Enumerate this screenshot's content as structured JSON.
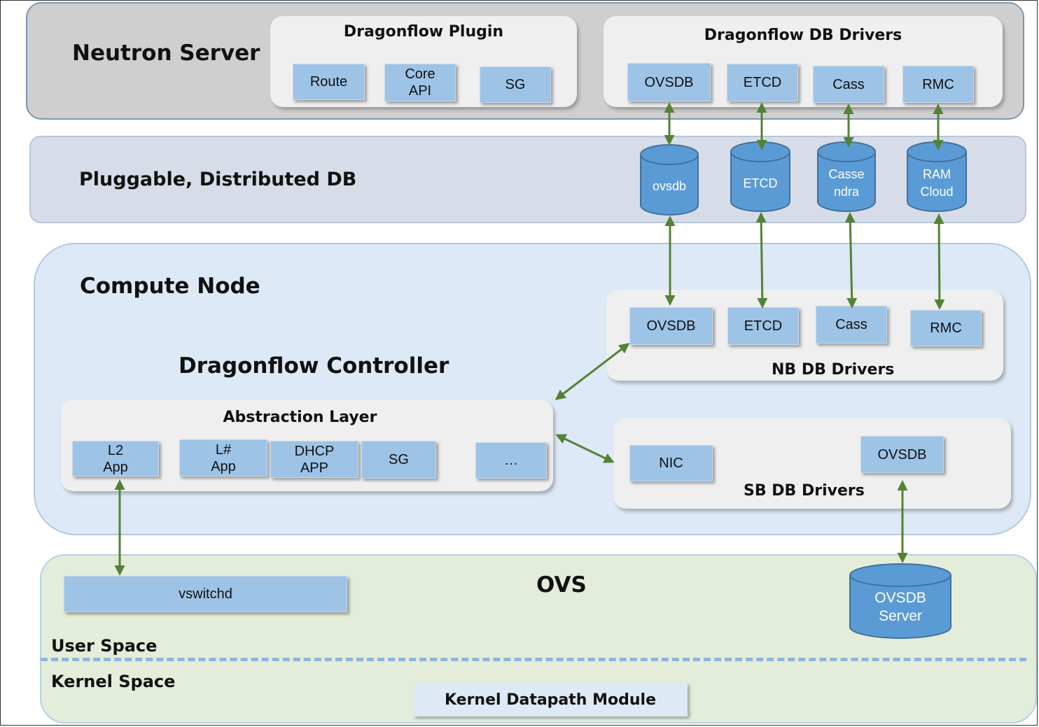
{
  "colors": {
    "neutron_bg": "#cfcfcf",
    "db_band_bg": "#d6dde8",
    "compute_bg": "#dde9f6",
    "ovs_bg": "#e3edda",
    "module_box": "#9dc3e6",
    "cylinder": "#5b9bd5",
    "arrow": "#548235"
  },
  "neutron_server": {
    "title": "Neutron Server",
    "plugin": {
      "title": "Dragonflow Plugin",
      "items": [
        "Route",
        "Core\nAPI",
        "SG"
      ]
    },
    "db_drivers": {
      "title": "Dragonflow DB Drivers",
      "items": [
        "OVSDB",
        "ETCD",
        "Cass",
        "RMC"
      ]
    }
  },
  "distributed_db": {
    "title": "Pluggable, Distributed DB",
    "databases": [
      "ovsdb",
      "ETCD",
      "Casse\nndra",
      "RAM\nCloud"
    ]
  },
  "compute_node": {
    "title": "Compute Node",
    "controller_title": "Dragonflow Controller",
    "nb_drivers": {
      "title": "NB DB Drivers",
      "items": [
        "OVSDB",
        "ETCD",
        "Cass",
        "RMC"
      ]
    },
    "abstraction_layer": {
      "title": "Abstraction Layer",
      "apps": [
        "L2\nApp",
        "L#\nApp",
        "DHCP\nAPP",
        "SG",
        "…"
      ]
    },
    "sb_drivers": {
      "title": "SB DB Drivers",
      "items": [
        "NIC",
        "OVSDB"
      ]
    }
  },
  "ovs": {
    "title": "OVS",
    "vswitchd": "vswitchd",
    "ovsdb_server": "OVSDB\nServer",
    "user_space": "User Space",
    "kernel_space": "Kernel Space",
    "kernel_module": "Kernel Datapath Module"
  }
}
